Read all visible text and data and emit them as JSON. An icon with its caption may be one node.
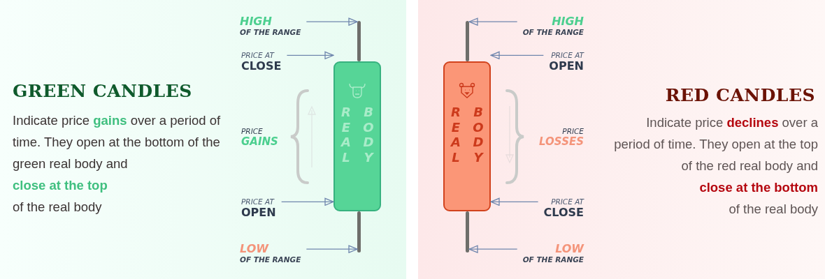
{
  "diagram": {
    "nodes": [
      {
        "text": [
          "HIGH",
          "OF THE RANGE"
        ]
      },
      {
        "text": [
          "PRICE AT",
          "CLOSE"
        ]
      },
      {
        "text": [
          "PRICE AT",
          "OPEN"
        ]
      },
      {
        "text": [
          "LOW",
          "OF THE RANGE"
        ]
      },
      {
        "text": [],
        "shape": "bar"
      },
      {
        "text": [
          "REAL",
          "BODY"
        ]
      },
      {
        "text": [],
        "shape": "bar"
      },
      {
        "text": [],
        "shape": "bar"
      },
      {
        "text": [
          "REAL",
          "BODY"
        ]
      },
      {
        "text": [],
        "shape": "bar"
      },
      {
        "text": [
          "HIGH",
          "OF THE RANGE"
        ]
      },
      {
        "text": [
          "PRICE AT",
          "OPEN"
        ]
      },
      {
        "text": [
          "PRICE AT",
          "CLOSE"
        ]
      },
      {
        "text": [
          "LOW",
          "OF THE RANGE"
        ]
      }
    ],
    "edges": [
      {
        "from": 0,
        "to": 4,
        "arrow": "to"
      },
      {
        "from": 1,
        "to": 5,
        "arrow": "to"
      },
      {
        "from": 2,
        "to": 5,
        "arrow": "to"
      },
      {
        "from": 3,
        "to": 6,
        "arrow": "to"
      },
      {
        "from": 10,
        "to": 7,
        "arrow": "to"
      },
      {
        "from": 11,
        "to": 8,
        "arrow": "to"
      },
      {
        "from": 12,
        "to": 8,
        "arrow": "to"
      },
      {
        "from": 13,
        "to": 9,
        "arrow": "to"
      }
    ],
    "labels": [
      "GREEN CANDLES",
      "Indicate price **gains** over a period of time. They open at the bottom of the green real body and **close at the top** of the real body",
      "PRICE",
      "GAINS",
      "PRICE",
      "LOSSES",
      "RED CANDLES",
      "Indicate price **declines** over a period of time.  They open at the top of the red real body and **close at the bottom** of the real body"
    ]
  }
}
